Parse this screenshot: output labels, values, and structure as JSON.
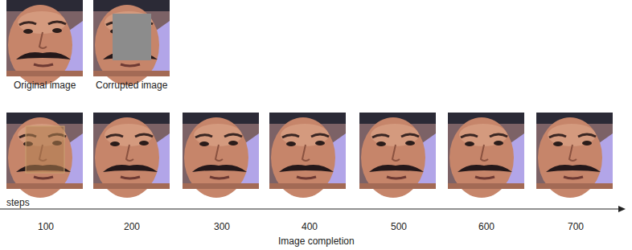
{
  "diagram": {
    "nodes": [
      {
        "text": [
          "Original image"
        ]
      },
      {
        "text": [
          "Corrupted image"
        ]
      }
    ],
    "labels": [
      "steps",
      "100",
      "200",
      "300",
      "400",
      "500",
      "600",
      "700",
      "Image completion"
    ]
  }
}
